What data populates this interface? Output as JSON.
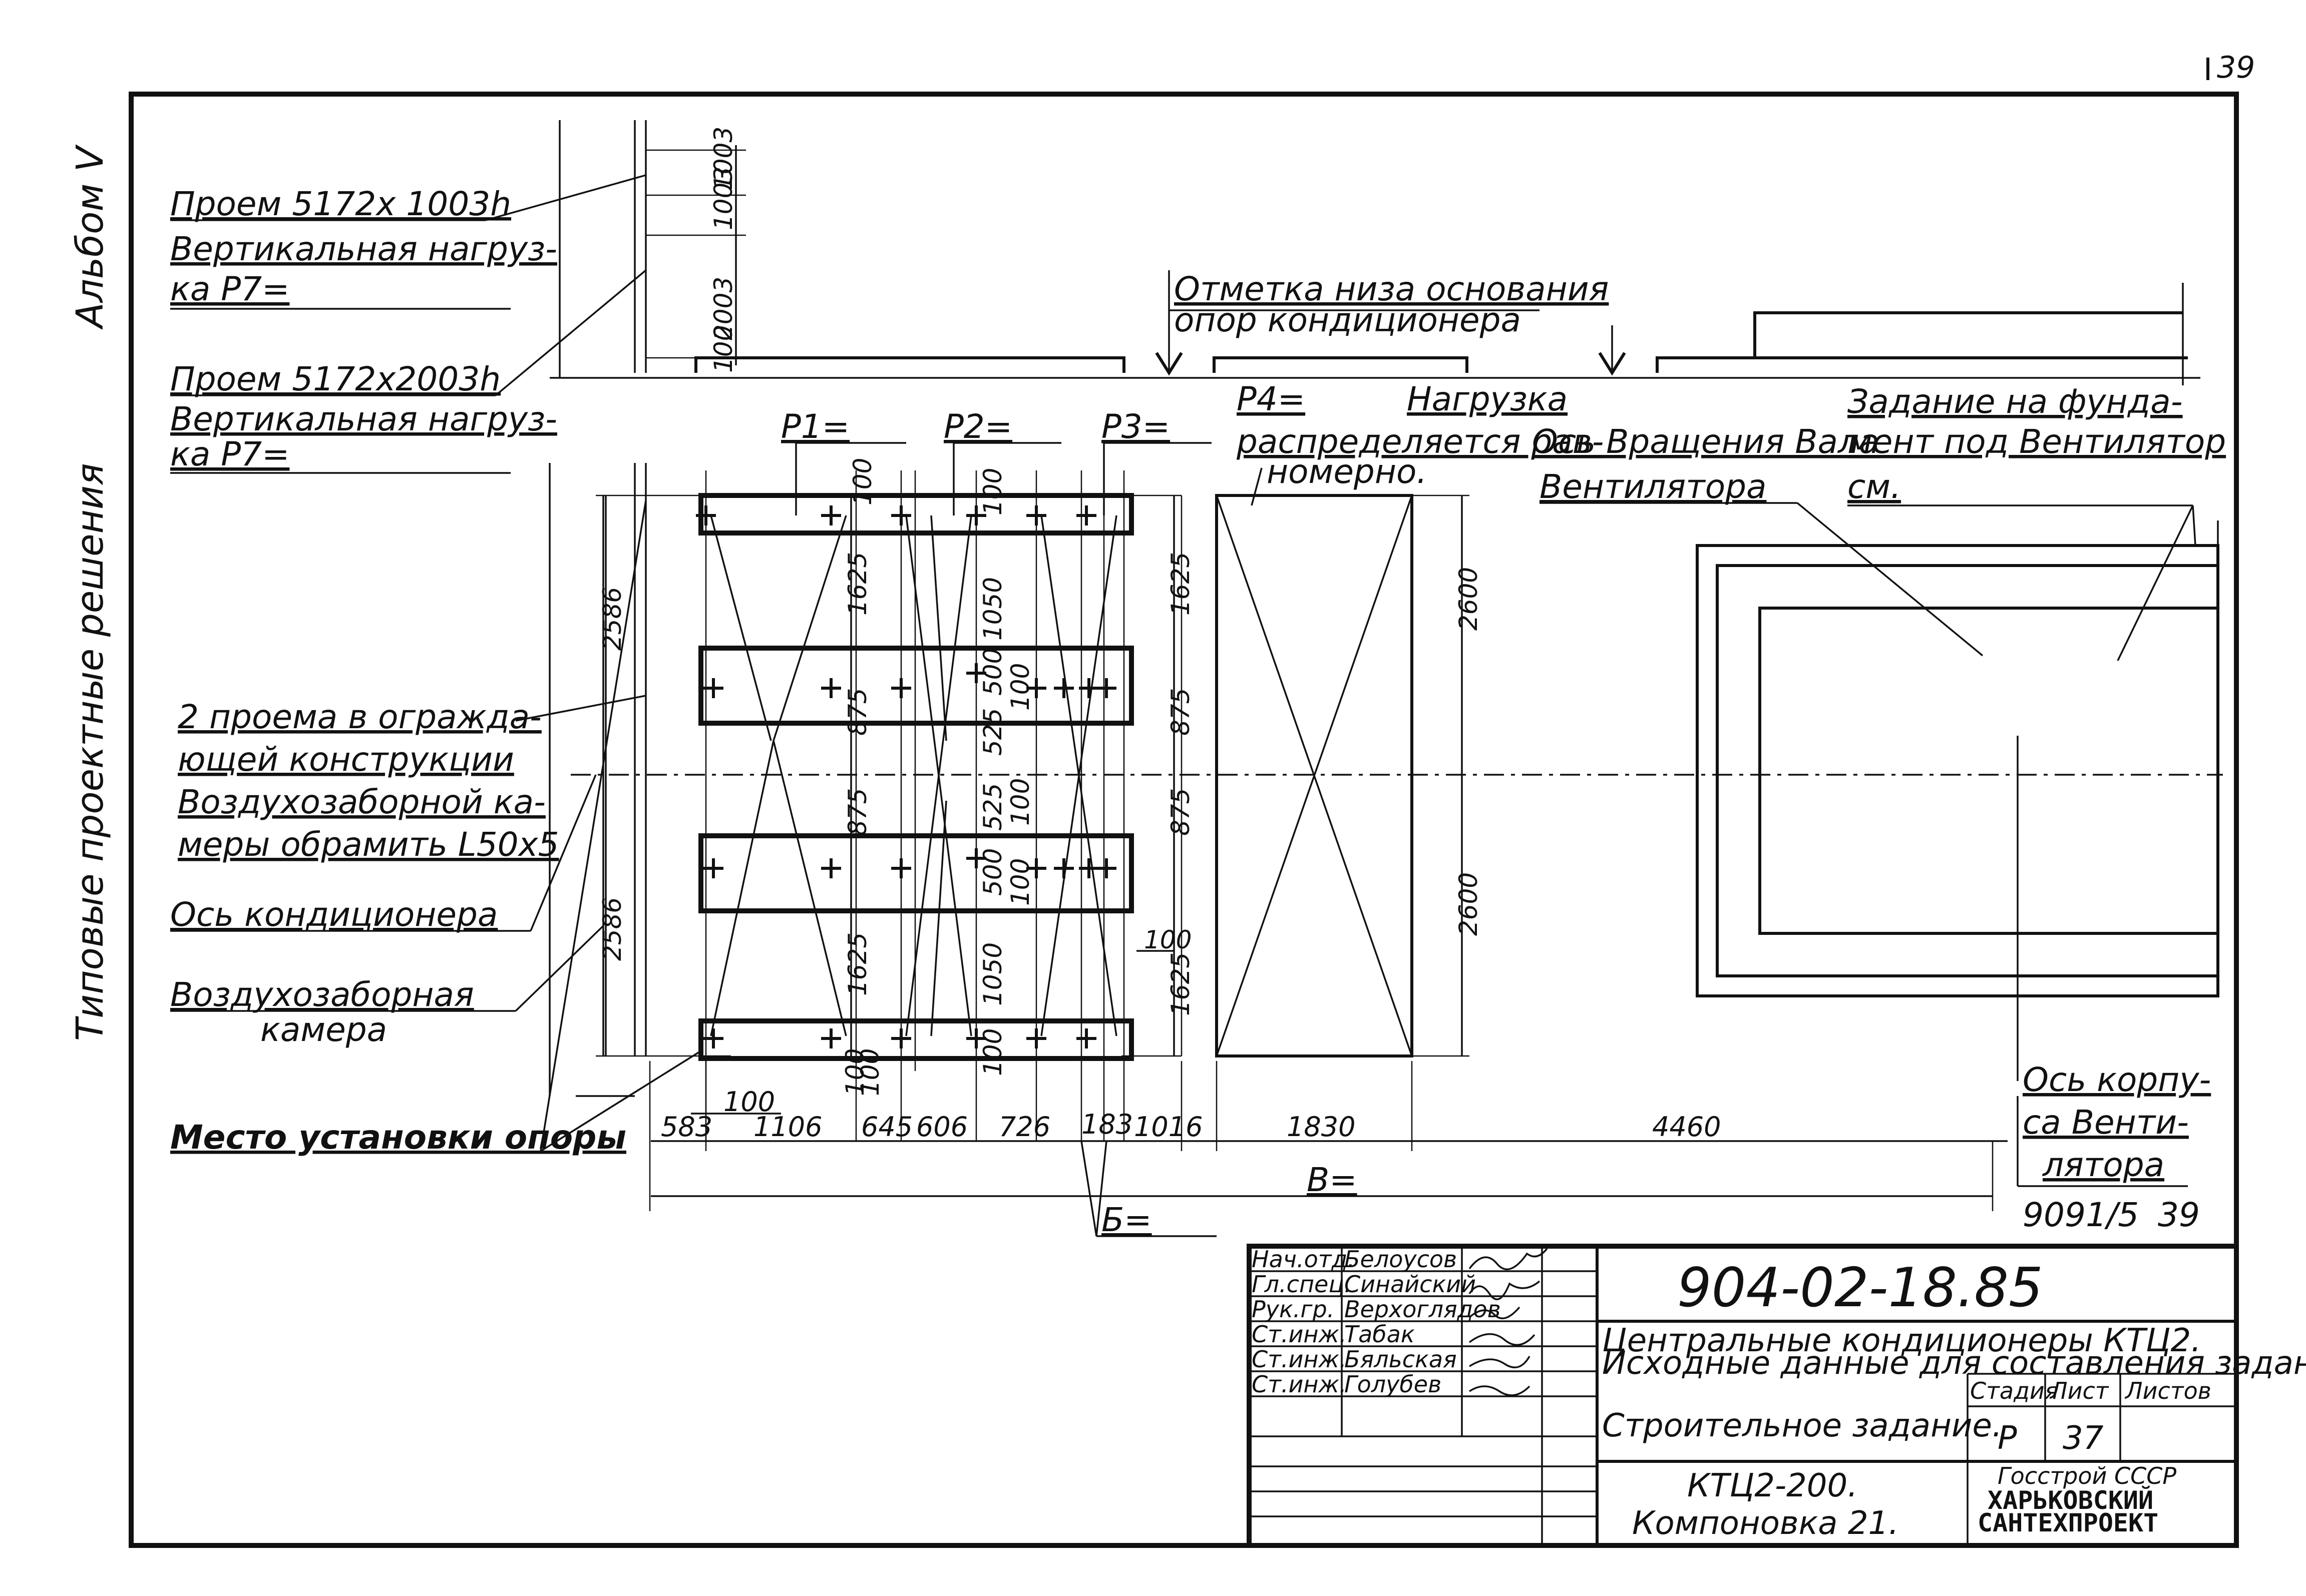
{
  "sheet": {
    "page_number": "39",
    "side_album": "Альбом V",
    "side_series": "Типовые проектные решения",
    "archive_code": "9091/5",
    "archive_page": "39"
  },
  "labels": {
    "opening1_title": "Проем 5172х 1003h",
    "opening1_load1": "Вертикальная нагруз-",
    "opening1_load2": "ка P7=",
    "opening2_title": "Проем 5172х2003h",
    "opening2_load1": "Вертикальная нагруз-",
    "opening2_load2": "ка P7=",
    "base_mark1": "Отметка низа основания",
    "base_mark2": "опор кондиционера",
    "p1": "P1=",
    "p2": "P2=",
    "p3": "P3=",
    "p4": "P4=",
    "load1": "Нагрузка",
    "load2": "распределяется рав-",
    "load3": "номерно.",
    "fan_axis1": "Ось Вращения Вала",
    "fan_axis2": "Вентилятора",
    "task1": "Задание на фунда-",
    "task2": "мент под Вентилятор",
    "task3": "см.",
    "openings1": "2 проема в огражда-",
    "openings2": "ющей конструкции",
    "openings3": "Воздухозаборной ка-",
    "openings4": "меры обрамить L50х5",
    "conditioner_axis": "Ось кондиционера",
    "intake1": "Воздухозаборная",
    "intake2": "камера",
    "support_place": "Место установки опоры",
    "body_axis1": "Ось корпу-",
    "body_axis2": "са Венти-",
    "body_axis3": "лятора",
    "b_label": "B=",
    "b_small_label": "Б="
  },
  "dimensions": {
    "top_vertical": [
      "1003",
      "1003",
      "2003",
      "100"
    ],
    "left_vertical": [
      "2586",
      "2586"
    ],
    "bays_vertical": [
      "1625",
      "875",
      "875",
      "1625"
    ],
    "inner_vertical": [
      "100",
      "1050",
      "100",
      "500",
      "100",
      "525",
      "525",
      "100",
      "500",
      "100",
      "1050",
      "100"
    ],
    "right_vertical": [
      "2600",
      "2600"
    ],
    "small_100_vertical": [
      "100",
      "100",
      "100"
    ],
    "offset_100": "100",
    "bottom_chain": [
      "583",
      "1106",
      "645",
      "606",
      "726",
      "183",
      "1016",
      "1830",
      "4460"
    ]
  },
  "title_block": {
    "document_code": "904-02-18.85",
    "roles": [
      "Нач.отд.",
      "Гл.спец.",
      "Рук.гр.",
      "Ст.инж.",
      "Ст.инж.",
      "Ст.инж."
    ],
    "names": [
      "Белоусов",
      "Синайский",
      "Верхоглядов",
      "Табак",
      "Бяльская",
      "Голубев"
    ],
    "title_line1": "Центральные кондиционеры КТЦ2.",
    "title_line2": "Исходные данные для составления заданий",
    "sheet_title": "Строительное задание.",
    "col_stage": "Стадия",
    "col_sheet": "Лист",
    "col_sheets": "Листов",
    "stage": "Р",
    "sheet_no": "37",
    "sheets_total": "",
    "model1": "КТЦ2-200.",
    "model2": "Компоновка 21.",
    "org1": "Госстрой СССР",
    "org2": "ХАРЬКОВСКИЙ",
    "org3": "САНТЕХПРОЕКТ"
  }
}
